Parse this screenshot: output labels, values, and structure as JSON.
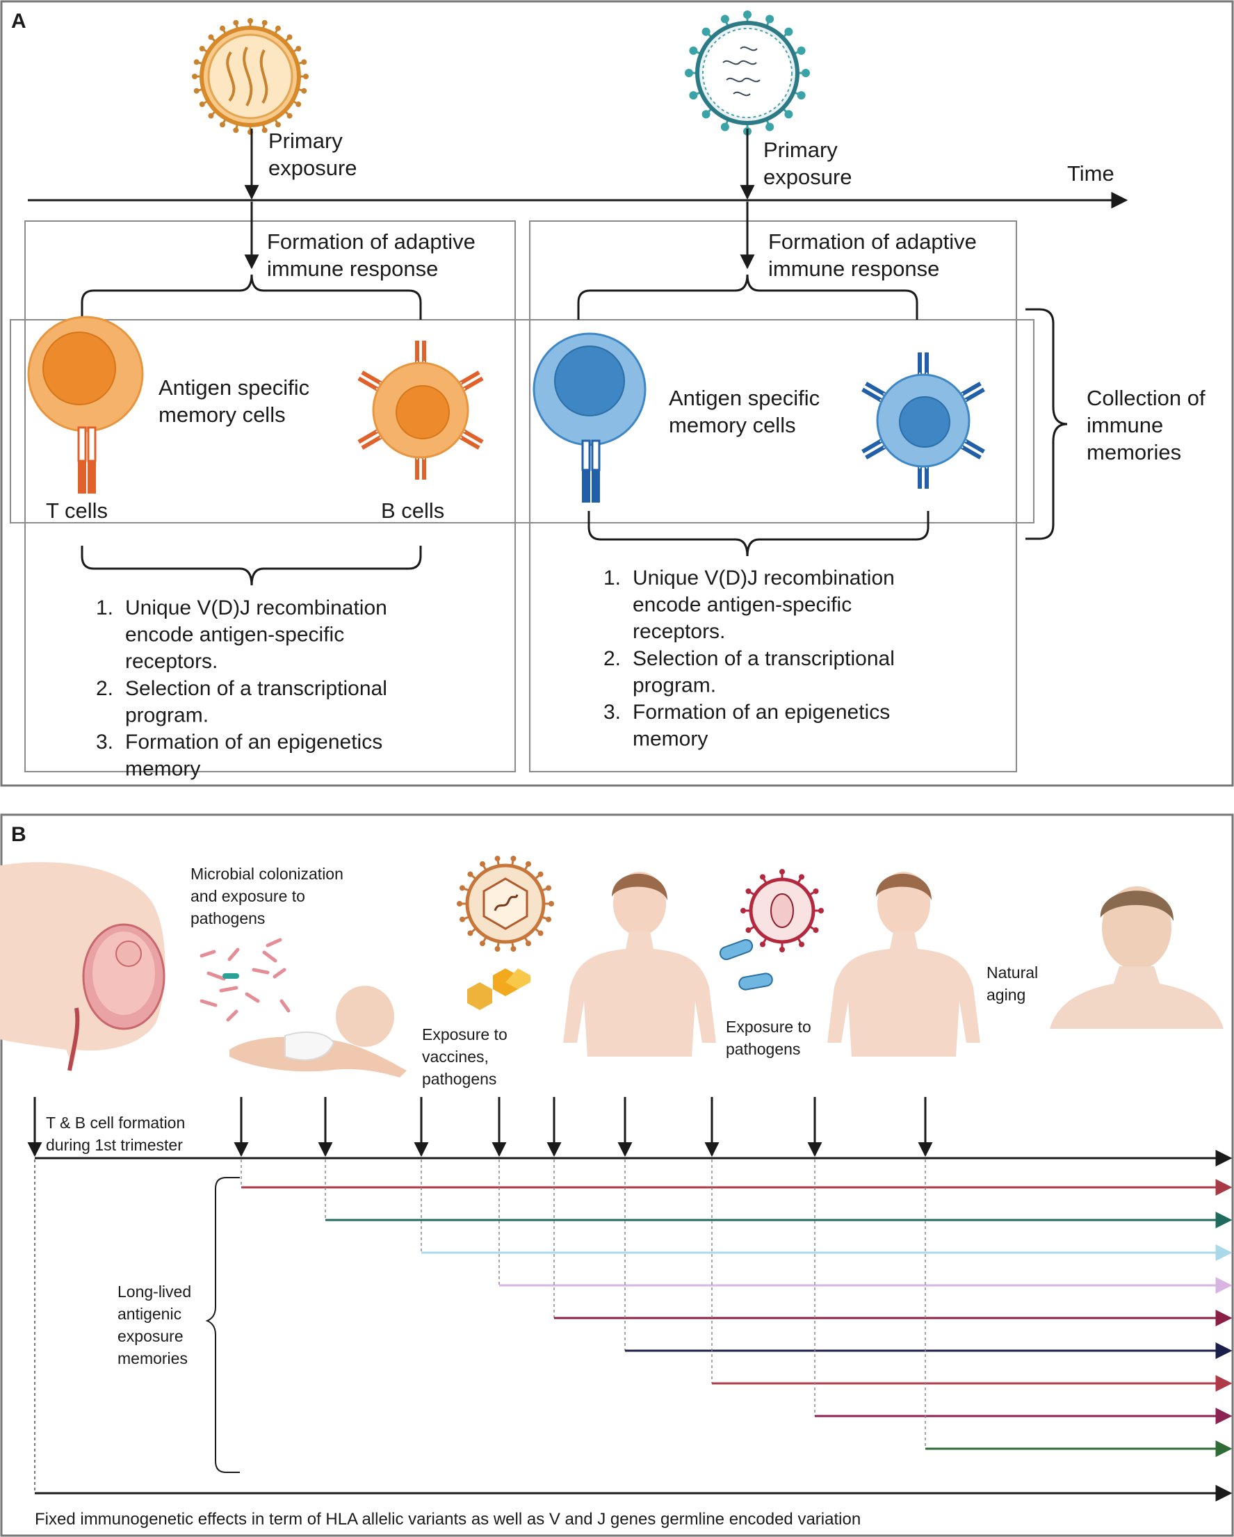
{
  "panel_a": {
    "label": "A",
    "time_label": "Time",
    "left": {
      "exposure_line1": "Primary",
      "exposure_line2": "exposure",
      "formation_line1": "Formation of adaptive",
      "formation_line2": "immune response",
      "memory_line1": "Antigen specific",
      "memory_line2": "memory cells",
      "t_cells": "T cells",
      "b_cells": "B cells",
      "list": [
        [
          "1.",
          "Unique V(D)J recombination"
        ],
        [
          "",
          "encode antigen-specific"
        ],
        [
          "",
          "receptors."
        ],
        [
          "2.",
          "Selection of a transcriptional"
        ],
        [
          "",
          "program."
        ],
        [
          "3.",
          "Formation  of an epigenetics"
        ],
        [
          "",
          "memory"
        ]
      ]
    },
    "right": {
      "exposure_line1": "Primary",
      "exposure_line2": "exposure",
      "formation_line1": "Formation of adaptive",
      "formation_line2": "immune response",
      "memory_line1": "Antigen specific",
      "memory_line2": "memory cells",
      "list": [
        [
          "1.",
          "Unique V(D)J recombination"
        ],
        [
          "",
          "encode antigen-specific"
        ],
        [
          "",
          "receptors."
        ],
        [
          "2.",
          "Selection of a transcriptional"
        ],
        [
          "",
          "program."
        ],
        [
          "3.",
          "Formation  of an epigenetics"
        ],
        [
          "",
          "memory"
        ]
      ]
    },
    "collection": [
      "Collection of",
      "immune",
      "memories"
    ]
  },
  "panel_b": {
    "label": "B",
    "microbial": [
      "Microbial colonization",
      "and exposure to",
      "pathogens"
    ],
    "vaccines": [
      "Exposure to",
      "vaccines,",
      "pathogens"
    ],
    "pathogens": [
      "Exposure to",
      "pathogens"
    ],
    "aging": [
      "Natural",
      "aging"
    ],
    "formation": [
      "T & B cell formation",
      "during 1st trimester"
    ],
    "memories": [
      "Long-lived",
      "antigenic",
      "exposure",
      "memories"
    ],
    "footer": "Fixed immunogenetic effects in term of HLA allelic variants as well as  V and J genes germline encoded variation",
    "memory_line_colors": [
      "#a83a45",
      "#1f6b5e",
      "#a9d8e8",
      "#d8b4e2",
      "#8b1e45",
      "#1c1f4a",
      "#b03a48",
      "#8b2252",
      "#2e6b35"
    ]
  },
  "colors": {
    "orange_cell": "#f5b26a",
    "orange_nucleus": "#ec8a2c",
    "orange_receptor": "#e0622a",
    "blue_cell": "#8bbce3",
    "blue_nucleus": "#3f87c4",
    "blue_receptor": "#2160a8"
  }
}
